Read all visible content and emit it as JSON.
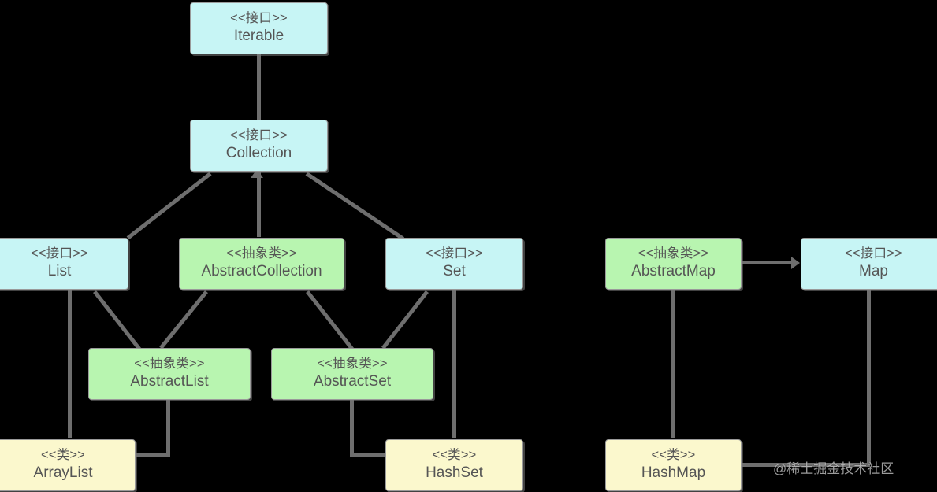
{
  "diagram": {
    "title": "Java Collection Framework UML",
    "background_color": "#000000",
    "colors": {
      "interface_fill": "#c7f5f5",
      "abstract_fill": "#b8f5b0",
      "class_fill": "#fbf8cd",
      "border": "#9a9a9a",
      "line": "#6e6e6e",
      "text": "#555555",
      "watermark": "#bdbdbd"
    },
    "stereotypes": {
      "interface": "<<接口>>",
      "abstract": "<<抽象类>>",
      "class": "<<类>>"
    },
    "nodes": [
      {
        "id": "iterable",
        "stereotype": "<<接口>>",
        "name": "Iterable",
        "kind": "iface"
      },
      {
        "id": "collection",
        "stereotype": "<<接口>>",
        "name": "Collection",
        "kind": "iface"
      },
      {
        "id": "list",
        "stereotype": "<<接口>>",
        "name": "List",
        "kind": "iface"
      },
      {
        "id": "abstractcollection",
        "stereotype": "<<抽象类>>",
        "name": "AbstractCollection",
        "kind": "abs"
      },
      {
        "id": "set",
        "stereotype": "<<接口>>",
        "name": "Set",
        "kind": "iface"
      },
      {
        "id": "abstractlist",
        "stereotype": "<<抽象类>>",
        "name": "AbstractList",
        "kind": "abs"
      },
      {
        "id": "abstractset",
        "stereotype": "<<抽象类>>",
        "name": "AbstractSet",
        "kind": "abs"
      },
      {
        "id": "arraylist",
        "stereotype": "<<类>>",
        "name": "ArrayList",
        "kind": "cls"
      },
      {
        "id": "hashset",
        "stereotype": "<<类>>",
        "name": "HashSet",
        "kind": "cls"
      },
      {
        "id": "abstractmap",
        "stereotype": "<<抽象类>>",
        "name": "AbstractMap",
        "kind": "abs"
      },
      {
        "id": "map",
        "stereotype": "<<接口>>",
        "name": "Map",
        "kind": "iface"
      },
      {
        "id": "hashmap",
        "stereotype": "<<类>>",
        "name": "HashMap",
        "kind": "cls"
      }
    ],
    "relations": [
      {
        "from": "collection",
        "to": "iterable"
      },
      {
        "from": "list",
        "to": "collection"
      },
      {
        "from": "abstractcollection",
        "to": "collection"
      },
      {
        "from": "set",
        "to": "collection"
      },
      {
        "from": "abstractlist",
        "to": "list"
      },
      {
        "from": "abstractlist",
        "to": "abstractcollection"
      },
      {
        "from": "abstractset",
        "to": "abstractcollection"
      },
      {
        "from": "abstractset",
        "to": "set"
      },
      {
        "from": "arraylist",
        "to": "list"
      },
      {
        "from": "arraylist",
        "to": "abstractlist"
      },
      {
        "from": "hashset",
        "to": "set"
      },
      {
        "from": "hashset",
        "to": "abstractset"
      },
      {
        "from": "abstractmap",
        "to": "map"
      },
      {
        "from": "hashmap",
        "to": "abstractmap"
      },
      {
        "from": "hashmap",
        "to": "map"
      }
    ],
    "watermark": "@稀土掘金技术社区"
  }
}
